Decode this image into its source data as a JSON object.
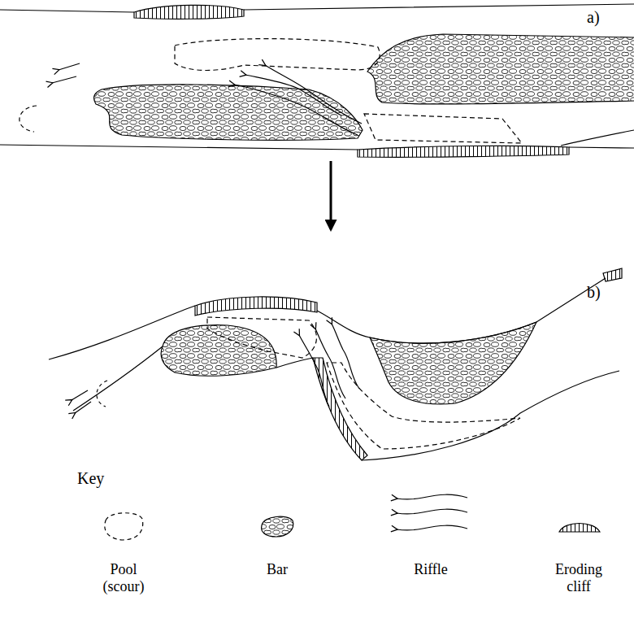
{
  "diagram": {
    "labels": [
      "a)",
      "b)",
      "Key"
    ],
    "legend": [
      {
        "text": "Pool (scour)"
      },
      {
        "text": "Bar"
      },
      {
        "text": "Riffle"
      },
      {
        "text": "Eroding cliff"
      }
    ]
  }
}
